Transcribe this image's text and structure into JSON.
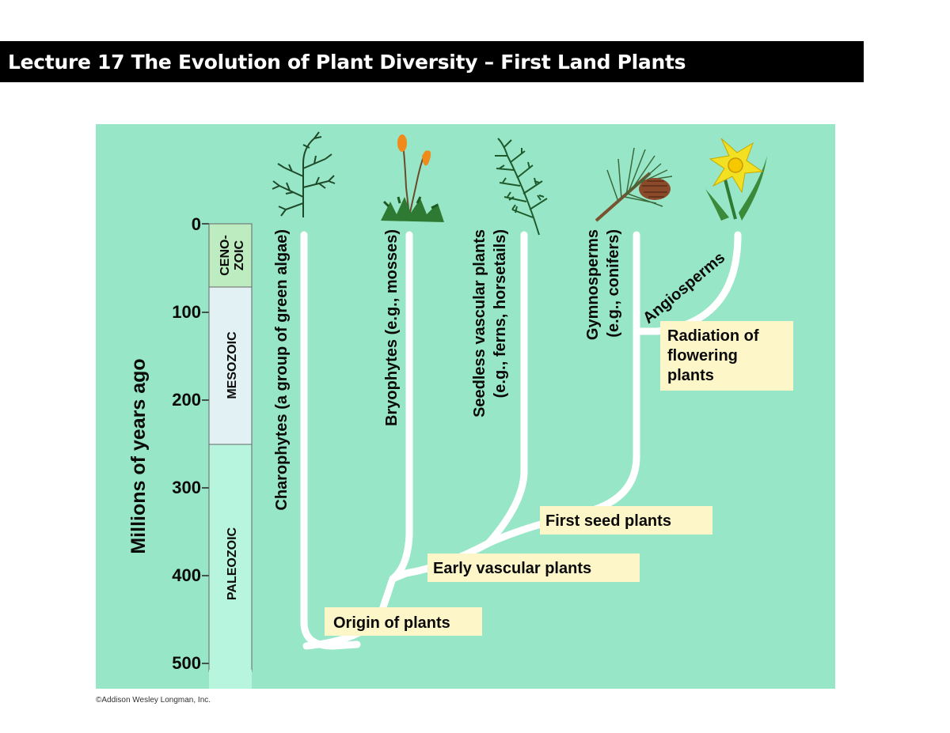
{
  "slide": {
    "title": "Lecture 17  The Evolution of Plant Diversity – First Land Plants"
  },
  "figure": {
    "axis_label": "Millions of years ago",
    "ticks": [
      "0",
      "100",
      "200",
      "300",
      "400",
      "500"
    ],
    "eras": {
      "cenozoic_line1": "CENO-",
      "cenozoic_line2": "ZOIC",
      "mesozoic": "MESOZOIC",
      "paleozoic": "PALEOZOIC"
    },
    "lineages": {
      "charophytes": "Charophytes (a group of green algae)",
      "bryophytes": "Bryophytes (e.g., mosses)",
      "seedless_line1": "Seedless vascular plants",
      "seedless_line2": "(e.g., ferns, horsetails)",
      "gymnosperms_line1": "Gymnosperms",
      "gymnosperms_line2": "(e.g., conifers)",
      "angiosperms": "Angiosperms"
    },
    "events": {
      "origin": "Origin of plants",
      "early_vascular": "Early vascular plants",
      "first_seed": "First seed plants",
      "radiation_line1": "Radiation of",
      "radiation_line2": "flowering",
      "radiation_line3": "plants"
    },
    "icons": [
      "charophyte-icon",
      "moss-icon",
      "fern-icon",
      "pine-branch-icon",
      "daffodil-icon"
    ],
    "colors": {
      "background": "#98e6c8",
      "branch": "#ffffff",
      "label_box": "#fdf6c8",
      "cenozoic": "#bdecc0",
      "mesozoic": "#e2f1f3",
      "paleozoic": "#b8f5de"
    }
  },
  "credit": "©Addison Wesley Longman, Inc."
}
